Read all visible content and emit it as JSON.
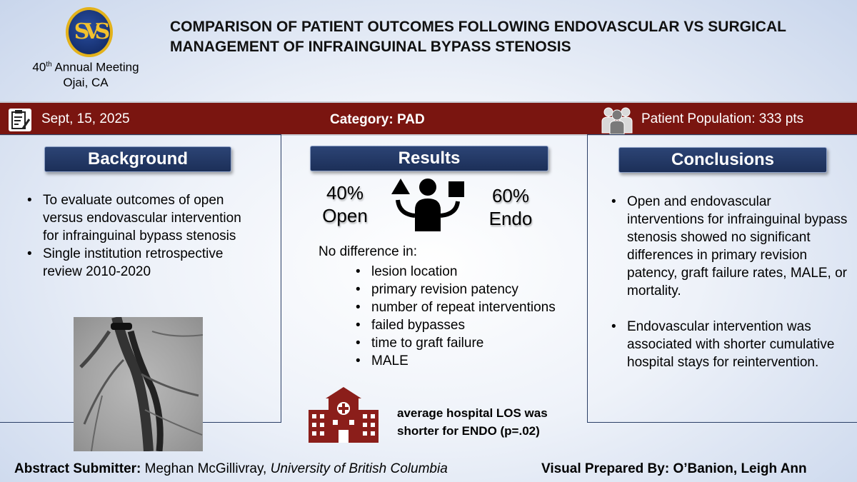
{
  "meeting": {
    "ordinal_number": "40",
    "ordinal_suffix": "th",
    "line1_rest": " Annual Meeting",
    "location": "Ojai, CA"
  },
  "title": {
    "line1": "COMPARISON OF PATIENT OUTCOMES FOLLOWING ENDOVASCULAR VS SURGICAL",
    "line2": "MANAGEMENT OF INFRAINGUINAL BYPASS STENOSIS"
  },
  "banner": {
    "date": "Sept, 15, 2025",
    "category": "Category: PAD",
    "population": "Patient Population: 333 pts"
  },
  "background": {
    "heading": "Background",
    "bullets": [
      "To evaluate outcomes of open versus endovascular intervention for infrainguinal bypass stenosis",
      "Single institution retrospective review 2010-2020"
    ]
  },
  "results": {
    "heading": "Results",
    "open_pct": "40%",
    "open_label": "Open",
    "endo_pct": "60%",
    "endo_label": "Endo",
    "no_difference_intro": "No difference in:",
    "no_difference_items": [
      "lesion location",
      "primary revision patency",
      "number of repeat interventions",
      "failed bypasses",
      "time to graft failure",
      "MALE"
    ],
    "los_line1": "average hospital LOS was",
    "los_line2": "shorter for ENDO (p=.02)"
  },
  "conclusions": {
    "heading": "Conclusions",
    "bullets": [
      "Open and endovascular interventions for infrainguinal bypass stenosis showed no significant differences in primary revision patency, graft failure rates, MALE, or mortality.",
      "Endovascular intervention was associated with shorter cumulative hospital stays for reintervention."
    ]
  },
  "footer": {
    "submitter_label": "Abstract Submitter:",
    "submitter_name": "Meghan McGillivray,",
    "submitter_institution": "University of British Columbia",
    "prepared_by": "Visual Prepared By: O’Banion, Leigh Ann"
  },
  "colors": {
    "banner": "#7a1510",
    "heading_bg": "#1f3361",
    "hospital_icon": "#8b1e1a",
    "logo_blue": "#16306f",
    "logo_gold": "#e3b21b"
  },
  "icons": [
    "society-logo",
    "clipboard-icon",
    "people-group-icon",
    "balance-person-icon",
    "hospital-icon",
    "angiogram-image"
  ]
}
